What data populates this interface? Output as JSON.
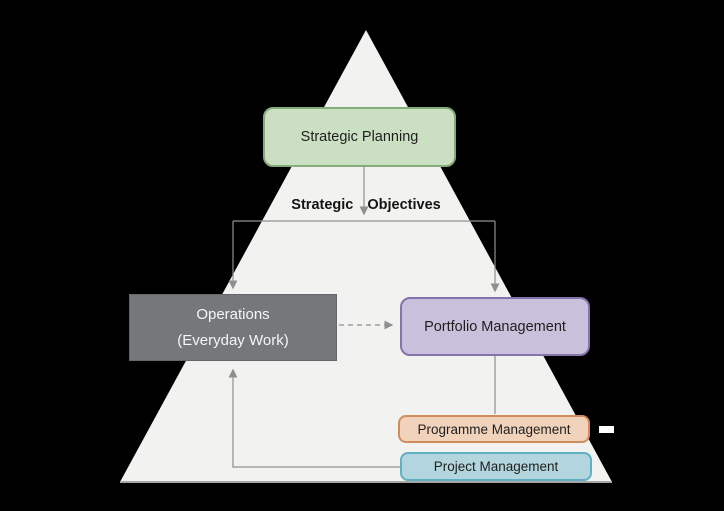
{
  "diagram": {
    "type": "pyramid-flow-diagram",
    "background": "#000000",
    "pyramid": {
      "fill": "#f2f2f0",
      "base_edge_color": "#a6a6a6",
      "apex": [
        366,
        30
      ],
      "base_left": [
        120,
        482
      ],
      "base_right": [
        612,
        482
      ]
    },
    "connector_color": "#8f8f8f"
  },
  "nodes": {
    "strategic_planning": {
      "label": "Strategic Planning",
      "fill": "#cbdfc3",
      "border": "#84ab7b",
      "shape": "rounded-rect"
    },
    "strategic_objectives": {
      "word1": "Strategic",
      "word2": "Objectives",
      "style": "bold-black-label"
    },
    "operations": {
      "line1": "Operations",
      "line2": "(Everyday Work)",
      "fill": "#75787a",
      "text_color": "#ffffff",
      "shape": "rect"
    },
    "portfolio_management": {
      "label": "Portfolio Management",
      "fill": "#c9c1dc",
      "border": "#8374ac",
      "shape": "rounded-rect"
    },
    "programme_management": {
      "label": "Programme Management",
      "fill": "#f1d3bc",
      "border": "#cf8d5f",
      "shape": "rounded-rect"
    },
    "project_management": {
      "label": "Project Management",
      "fill": "#b3d5dd",
      "border": "#5fb0c2",
      "shape": "rounded-rect"
    }
  },
  "edges": [
    {
      "from": "strategic_planning",
      "to": "strategic_objectives_split",
      "style": "solid",
      "arrow": true
    },
    {
      "from": "strategic_objectives_split",
      "to": "operations",
      "style": "solid",
      "arrow": true
    },
    {
      "from": "strategic_objectives_split",
      "to": "portfolio_management",
      "style": "solid",
      "arrow": true
    },
    {
      "from": "operations",
      "to": "portfolio_management",
      "style": "dashed",
      "arrow": true
    },
    {
      "from": "portfolio_management",
      "to": "programme_management",
      "style": "solid",
      "arrow": false
    },
    {
      "from": "project_management",
      "to": "operations",
      "style": "solid",
      "arrow": true
    }
  ],
  "artifacts": {
    "white_dash": {
      "color": "#ffffff",
      "position": "right-of-programme-box"
    }
  }
}
